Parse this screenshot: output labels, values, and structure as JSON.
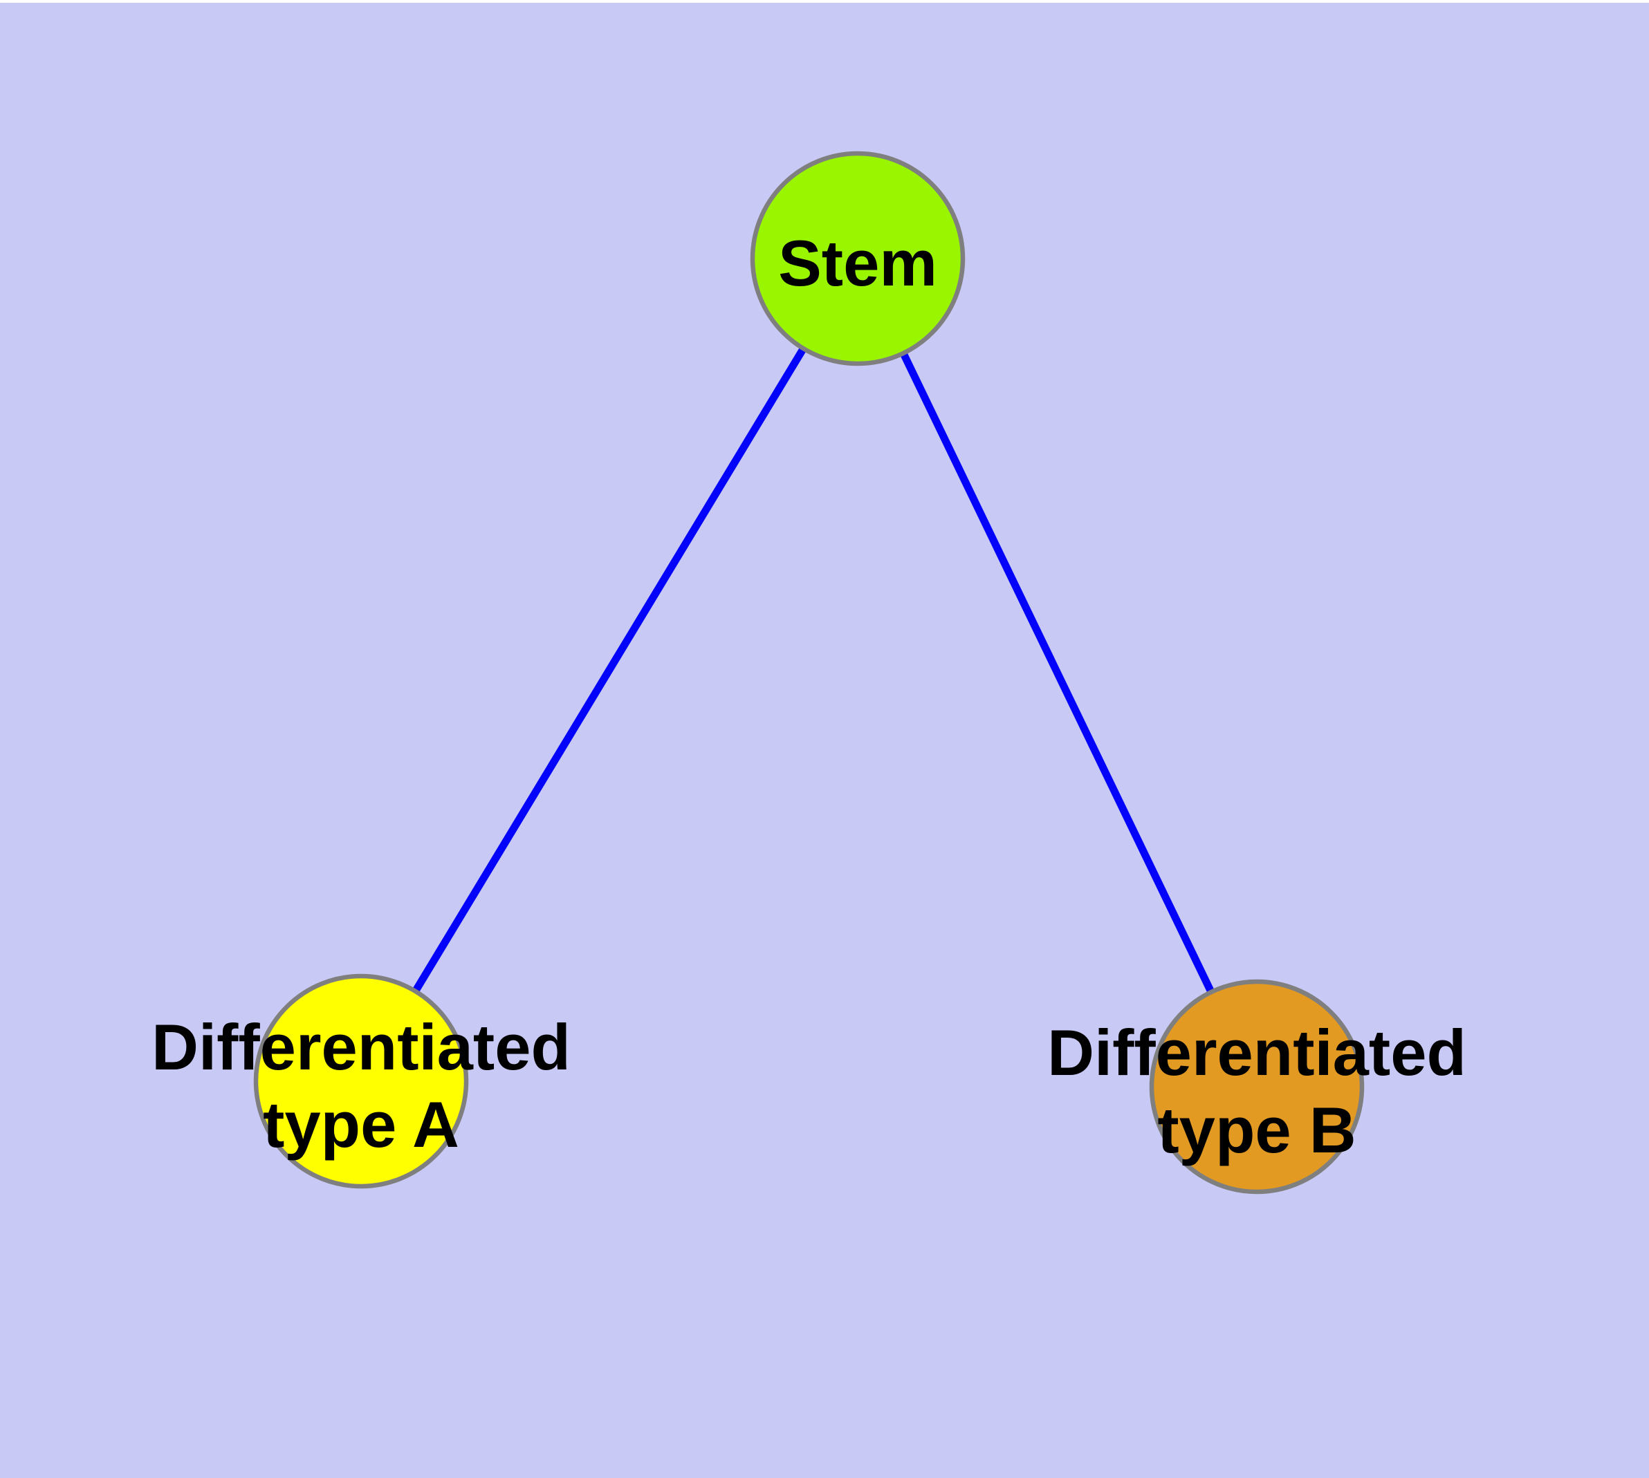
{
  "diagram": {
    "background_color": "#C9C9F6",
    "edge_color": "#0303FB",
    "node_border_color": "#7F7F7F",
    "label_color": "#000000",
    "nodes": [
      {
        "id": "stem",
        "label": "Stem",
        "fill": "#99F500"
      },
      {
        "id": "differentiated-type-a",
        "label_line1": "Differentiated",
        "label_line2": "type A",
        "fill": "#FFFF00"
      },
      {
        "id": "differentiated-type-b",
        "label_line1": "Differentiated",
        "label_line2": "type B",
        "fill": "#E29A22"
      }
    ],
    "edges": [
      {
        "from": "stem",
        "to": "differentiated-type-a"
      },
      {
        "from": "stem",
        "to": "differentiated-type-b"
      }
    ]
  }
}
